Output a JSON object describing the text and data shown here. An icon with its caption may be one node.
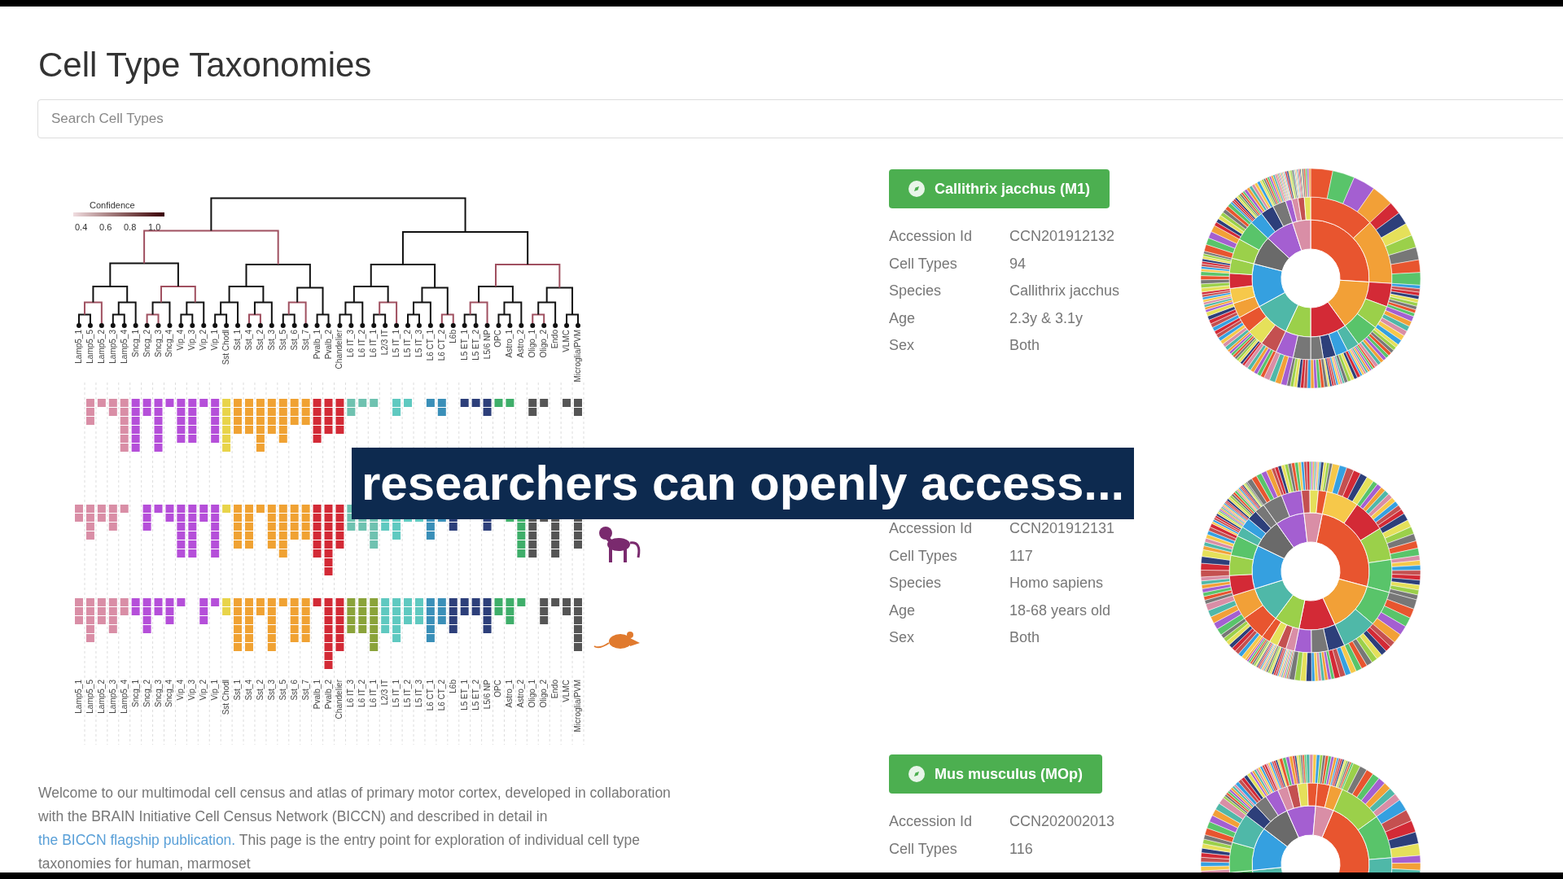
{
  "diagram": {
    "title": "Cell Type Taxonomies",
    "labels": [
      "Search Cell Types",
      "Confidence",
      "0.4",
      "0.6",
      "0.8",
      "1.0",
      "Lamp5_1",
      "Lamp5_5",
      "Lamp5_2",
      "Lamp5_3",
      "Lamp5_4",
      "Sncg_1",
      "Sncg_2",
      "Sncg_3",
      "Sncg_4",
      "Vip_4",
      "Vip_3",
      "Vip_2",
      "Vip_1",
      "Sst Chodl",
      "Sst_1",
      "Sst_4",
      "Sst_2",
      "Sst_3",
      "Sst_5",
      "Sst_6",
      "Sst_7",
      "Pvalb_1",
      "Pvalb_2",
      "Chandelier",
      "L6 IT_3",
      "L6 IT_2",
      "L6 IT_1",
      "L2/3 IT",
      "L5 IT_1",
      "L5 IT_2",
      "L5 IT_3",
      "L6 CT_1",
      "L6 CT_2",
      "L6b",
      "L5 ET_1",
      "L5 ET_2",
      "L5/6 NP",
      "OPC",
      "Astro_1",
      "Astro_2",
      "Oligo_1",
      "Oligo_2",
      "Endo",
      "VLMC",
      "Microglia/PVM",
      "Callithrix jacchus (M1)",
      "Accession Id",
      "CCN201912132",
      "Cell Types",
      "94",
      "Species",
      "Callithrix jacchus",
      "Age",
      "2.3y & 3.1y",
      "Sex",
      "Both",
      "researchers can openly access...",
      "Accession Id",
      "CCN201912131",
      "Cell Types",
      "117",
      "Species",
      "Homo sapiens",
      "Age",
      "18-68 years old",
      "Sex",
      "Both",
      "Lamp5_1",
      "Lamp5_5",
      "Lamp5_2",
      "Lamp5_3",
      "Lamp5_4",
      "Sncg_1",
      "Sncg_2",
      "Sncg_3",
      "Sncg_4",
      "Vip_4",
      "Vip_3",
      "Vip_2",
      "Vip_1",
      "Sst Chodl",
      "Sst_1",
      "Sst_4",
      "Sst_2",
      "Sst_3",
      "Sst_5",
      "Sst_6",
      "Sst_7",
      "Pvalb_1",
      "Pvalb_2",
      "Chandelier",
      "L6 IT_3",
      "L6 IT_2",
      "L6 IT_1",
      "L2/3 IT",
      "L5 IT_1",
      "L5 IT_2",
      "L5 IT_3",
      "L6 CT_1",
      "L6 CT_2",
      "L6b",
      "L5 ET_1",
      "L5 ET_2",
      "L5/6 NP",
      "OPC",
      "Astro_1",
      "Astro_2",
      "Oligo_1",
      "Oligo_2",
      "Endo",
      "VLMC",
      "Microglia/PVM",
      "Mus musculus (MOp)",
      "Accession Id",
      "CCN202002013",
      "Cell Types",
      "116",
      "Welcome to our multimodal cell census and atlas of primary motor cortex, developed in collaboration with the BRAIN Initiative Cell Census Network (BICCN) and described in detail in ",
      "the BICCN flagship publication.",
      "This page is the entry point for exploration of individual cell type taxonomies for human, marmoset"
    ]
  }
}
